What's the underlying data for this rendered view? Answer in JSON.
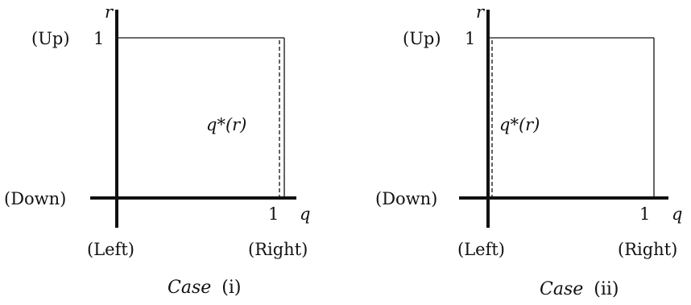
{
  "panels": [
    {
      "id": "case-i",
      "caption_word": "Case",
      "caption_roman": "(i)",
      "axis_x_var": "q",
      "axis_y_var": "r",
      "y_top_label": "(Up)",
      "y_one_label": "1",
      "y_bottom_label": "(Down)",
      "x_one_label": "1",
      "x_left_label": "(Left)",
      "x_right_label": "(Right)",
      "curve_label": "q*(r)",
      "curve_position": "right"
    },
    {
      "id": "case-ii",
      "caption_word": "Case",
      "caption_roman": "(ii)",
      "axis_x_var": "q",
      "axis_y_var": "r",
      "y_top_label": "(Up)",
      "y_one_label": "1",
      "y_bottom_label": "(Down)",
      "x_one_label": "1",
      "x_left_label": "(Left)",
      "x_right_label": "(Right)",
      "curve_label": "q*(r)",
      "curve_position": "left"
    }
  ]
}
